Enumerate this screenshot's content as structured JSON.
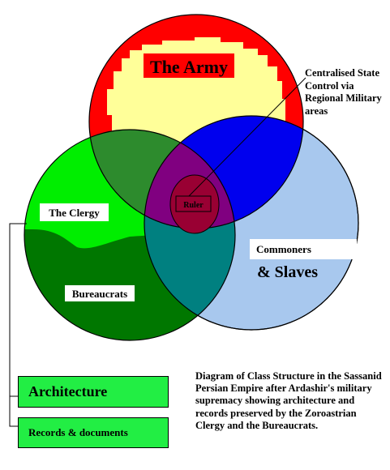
{
  "circles": {
    "army": {
      "label": "The Army",
      "fill": "#ff0000",
      "inner_fill": "#ffff99"
    },
    "clergy": {
      "label": "The Clergy",
      "fill": "#00ee00"
    },
    "bureaucrats": {
      "label": "Bureaucrats",
      "fill": "#007700"
    },
    "commoners": {
      "label_line1": "Commoners",
      "label_line2": "& Slaves",
      "fill": "#a8c8ee"
    }
  },
  "overlaps": {
    "army_clergy": "#2d8b2d",
    "army_commoners": "#0000ee",
    "center": "#800080",
    "clergy_commoners": "#008080"
  },
  "ruler": {
    "label": "Ruler",
    "fill": "#990033"
  },
  "callout": {
    "text": "Centralised State Control via Regional Military areas"
  },
  "boxes": {
    "architecture": "Architecture",
    "records": "Records & documents"
  },
  "caption": {
    "text": "Diagram of Class Structure in the Sassanid Persian Empire after Ardashir's military supremacy showing architecture and records preserved by the Zoroastrian Clergy and the Bureaucrats."
  }
}
